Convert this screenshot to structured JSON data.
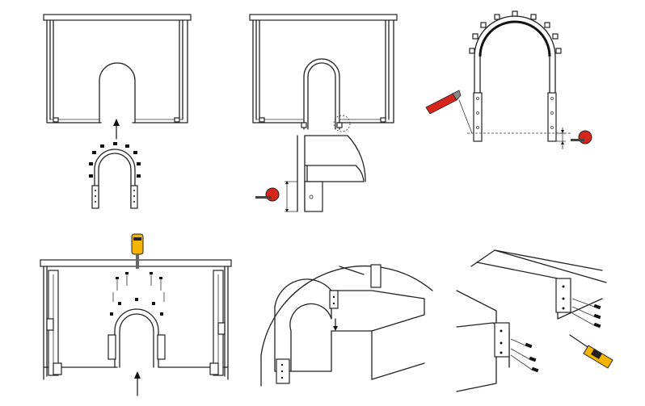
{
  "steps": [
    {
      "id": 1,
      "content": "cabinet-u-cutout-insert-arch"
    },
    {
      "id": 2,
      "content": "cabinet-arch-gap-detail-measure"
    },
    {
      "id": 3,
      "content": "arch-cut-rails-measure"
    },
    {
      "id": 4,
      "content": "screw-arch-to-cabinet"
    },
    {
      "id": 5,
      "content": "drawer-frame-u-shape"
    },
    {
      "id": 6,
      "content": "screw-corner-joints"
    }
  ],
  "icons": {
    "tape": "tape-measure-icon",
    "knife": "utility-knife-icon",
    "screwdriver": "screwdriver-icon"
  },
  "colors": {
    "tape_red": "#d8251c",
    "knife_red": "#d8251c",
    "screwdriver_yellow": "#f5b400"
  }
}
